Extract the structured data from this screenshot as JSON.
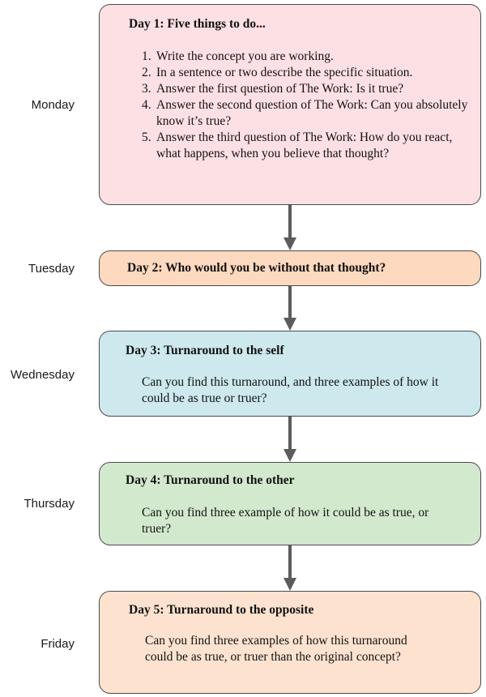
{
  "days": [
    {
      "day": "Monday",
      "title": "Day 1:  Five things to do...",
      "steps": [
        {
          "num": "1.",
          "text": "Write the concept you are working."
        },
        {
          "num": "2.",
          "text": "In a sentence or two describe the specific situation."
        },
        {
          "num": "3.",
          "text": "Answer the first question of The Work: Is it true?"
        },
        {
          "num": "4.",
          "text": "Answer the second question of The Work: Can you absolutely know it’s true?"
        },
        {
          "num": "5.",
          "text": "Answer the third question of The Work: How do you react, what happens, when you believe that thought?"
        }
      ],
      "fill": "#fde0e4"
    },
    {
      "day": "Tuesday",
      "title": "Day 2:  Who would you be without that thought?",
      "fill": "#fcd9bf"
    },
    {
      "day": "Wednesday",
      "title": "Day 3:  Turnaround to the self",
      "text": "Can you find this turnaround, and three examples of how it could be as true or truer?",
      "fill": "#cde9ed"
    },
    {
      "day": "Thursday",
      "title": "Day 4:  Turnaround to the other",
      "text": "Can you find three example of how it could be as true, or truer?",
      "fill": "#d3e9ce"
    },
    {
      "day": "Friday",
      "title": "Day 5:  Turnaround to the opposite",
      "text": "Can you find three examples of how this turnaround could be as true, or truer than the original concept?",
      "fill": "#fde3cf"
    }
  ],
  "colors": {
    "border": "#4a4a4a",
    "arrow": "#5c5c5c"
  }
}
